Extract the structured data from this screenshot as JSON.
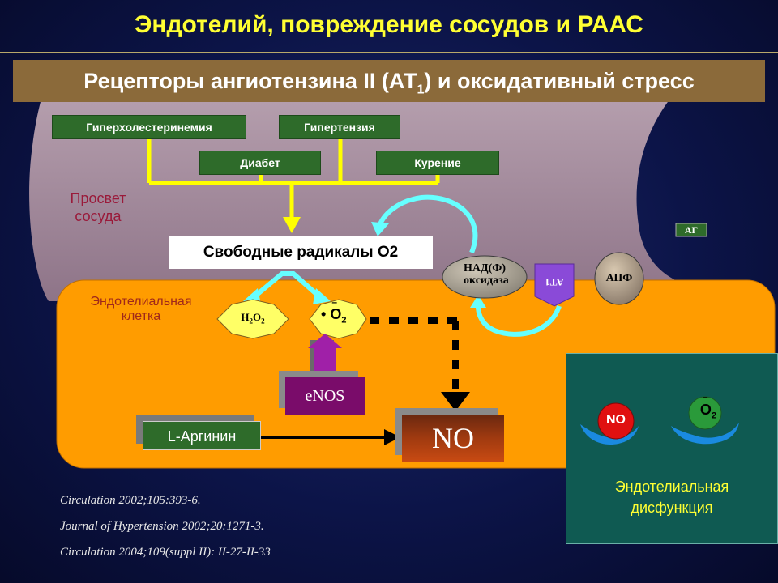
{
  "header": {
    "title": "Эндотелий, повреждение сосудов и РААС",
    "subtitle_main": "Рецепторы ангиотензина II (АТ",
    "subtitle_sub": "1",
    "subtitle_tail": ") и оксидативный стресс"
  },
  "risk_factors": {
    "hypercholesterolemia": "Гиперхолестеринемия",
    "hypertension": "Гипертензия",
    "diabetes": "Диабет",
    "smoking": "Курение"
  },
  "lumen": {
    "line1": "Просвет",
    "line2": "сосуда"
  },
  "cell": {
    "line1": "Эндотелиальная",
    "line2": "клетка"
  },
  "radicals": "Свободные радикалы О2",
  "nadph": {
    "line1": "НАД(Ф)",
    "line2": "оксидаза"
  },
  "at1": "AT1",
  "apf": "АПФ",
  "ag": "АГ",
  "h2o2": {
    "h": "H",
    "two1": "2",
    "o": "O",
    "two2": "2"
  },
  "superoxide": {
    "dot": "•",
    "o": "O",
    "sub": "2",
    "bar": "–"
  },
  "enos": "eNOS",
  "l_arginine": "L-Аргинин",
  "no_main": "NO",
  "dysfunction": {
    "no": "NO",
    "o2": "O",
    "o2_sub": "2",
    "o2_bar": "–",
    "label_line1": "Эндотелиальная",
    "label_line2": "дисфункция"
  },
  "references": [
    "Circulation 2002;105:393-6.",
    "Journal of Hypertension 2002;20:1271-3.",
    "Circulation 2004;109(suppl II): II-27-II-33"
  ],
  "colors": {
    "background": "#0c1448",
    "title": "#ffff33",
    "subtitle_bar": "#8b6a3a",
    "lumen_fill": "#a78aa0",
    "cell_fill": "#ff9c00",
    "risk_box": "#2e6b2a",
    "connector_yellow": "#ffff00",
    "arrow_cyan": "#66ffff",
    "at1_purple": "#8a4ad8",
    "dysfunction_panel": "#0f5a52"
  }
}
